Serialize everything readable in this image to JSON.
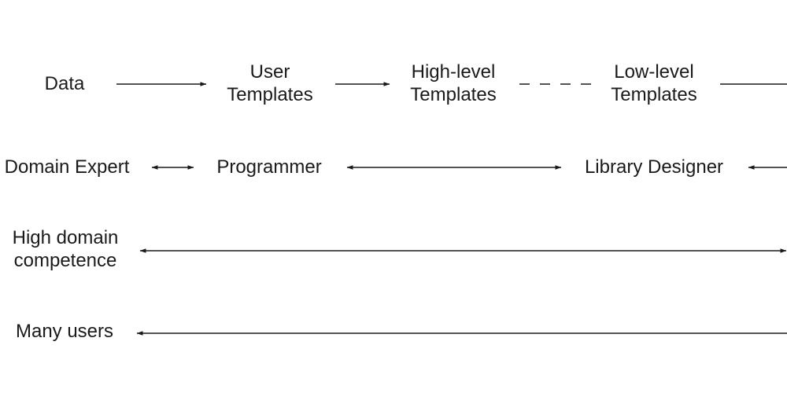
{
  "row1": {
    "data": "Data",
    "user_templates": [
      "User",
      "Templates"
    ],
    "high_level_templates": [
      "High-level",
      "Templates"
    ],
    "low_level_templates": [
      "Low-level",
      "Templates"
    ]
  },
  "row2": {
    "domain_expert": "Domain Expert",
    "programmer": "Programmer",
    "library_designer": "Library Designer"
  },
  "row3": {
    "high_domain_competence": [
      "High domain",
      "competence"
    ]
  },
  "row4": {
    "many_users": "Many users"
  }
}
